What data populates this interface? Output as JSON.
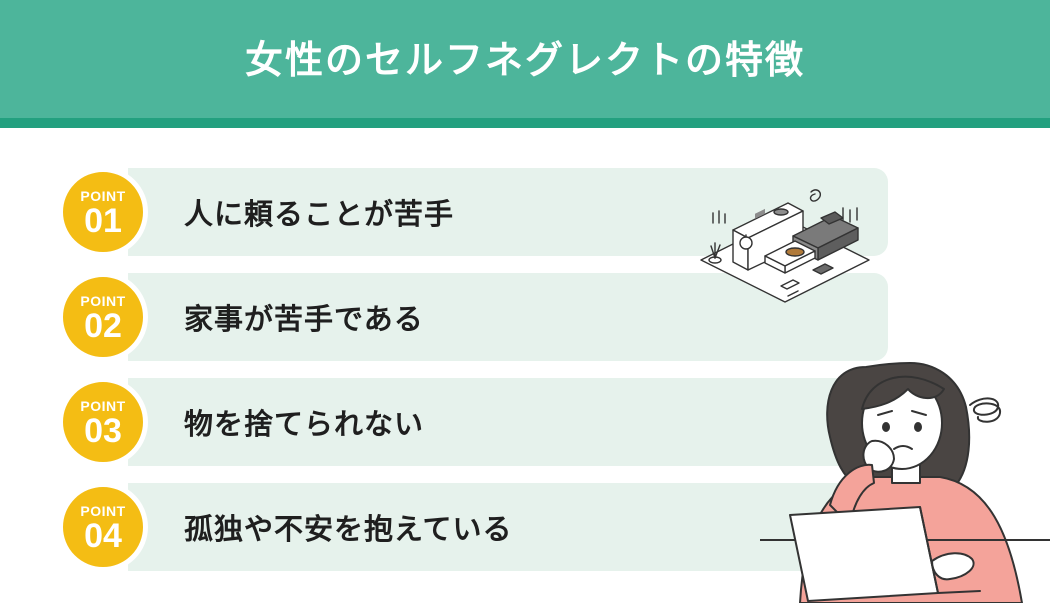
{
  "header": {
    "title": "女性のセルフネグレクトの特徴"
  },
  "points": [
    {
      "badge_label": "POINT",
      "number": "01",
      "text": "人に頼ることが苦手"
    },
    {
      "badge_label": "POINT",
      "number": "02",
      "text": "家事が苦手である"
    },
    {
      "badge_label": "POINT",
      "number": "03",
      "text": "物を捨てられない"
    },
    {
      "badge_label": "POINT",
      "number": "04",
      "text": "孤独や不安を抱えている"
    }
  ],
  "colors": {
    "header_bg": "#4db59b",
    "header_stripe": "#23a07f",
    "row_bg": "#e6f2ec",
    "badge": "#f4bd14",
    "sweater": "#f4a39a",
    "hair": "#4a4543"
  },
  "icons": [
    "messy-room-illustration",
    "worried-woman-laptop-illustration",
    "scribble-stress-icon"
  ]
}
